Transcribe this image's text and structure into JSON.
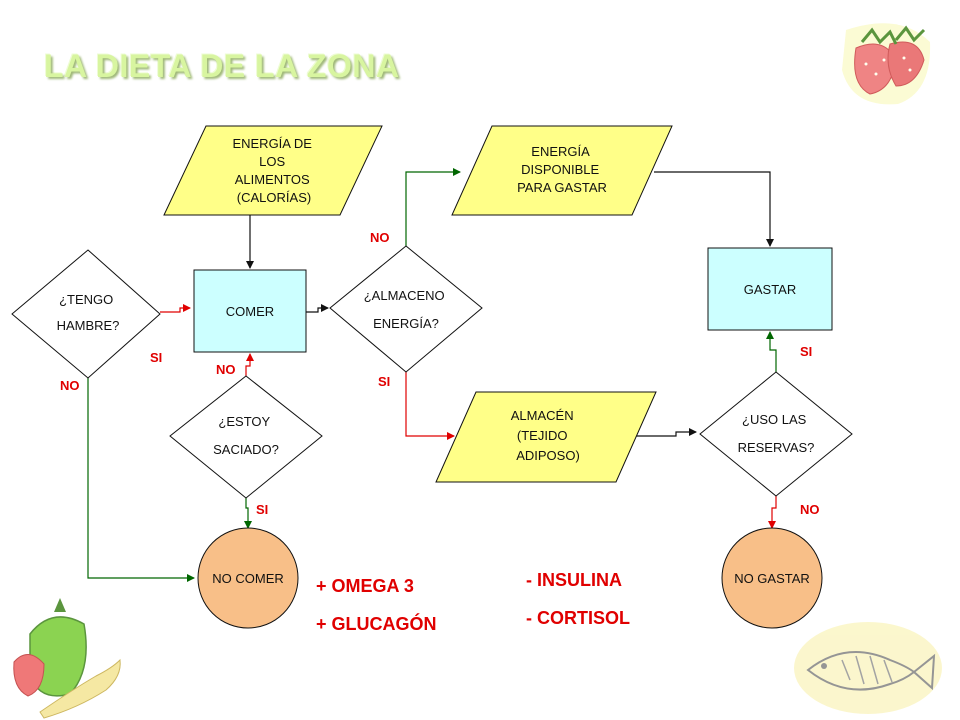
{
  "title": "LA DIETA DE LA ZONA",
  "colors": {
    "parallelogram_fill": "#ffff88",
    "process_fill": "#ccffff",
    "terminal_fill": "#f8bf88",
    "red_connector": "#e00000",
    "green_connector": "#006600",
    "tag_text": "#e00000"
  },
  "nodes": {
    "energia_alimentos": [
      "ENERGÍA DE",
      "LOS",
      "ALIMENTOS",
      "(CALORÍAS)"
    ],
    "energia_disponible": [
      "ENERGÍA",
      "DISPONIBLE",
      "PARA GASTAR"
    ],
    "tengo_hambre": [
      "¿TENGO",
      "HAMBRE?"
    ],
    "comer": "COMER",
    "almaceno_energia": [
      "¿ALMACENO",
      "ENERGÍA?"
    ],
    "gastar": "GASTAR",
    "estoy_saciado": [
      "¿ESTOY",
      "SACIADO?"
    ],
    "almacen": [
      "ALMACÉN",
      "(TEJIDO",
      "ADIPOSO)"
    ],
    "uso_reservas": [
      "¿USO LAS",
      "RESERVAS?"
    ],
    "no_comer": "NO COMER",
    "no_gastar": "NO GASTAR"
  },
  "edge_labels": {
    "hambre_si": "SI",
    "hambre_no": "NO",
    "saciado_no": "NO",
    "saciado_si": "SI",
    "almaceno_no": "NO",
    "almaceno_si": "SI",
    "reservas_si": "SI",
    "reservas_no": "NO"
  },
  "notes": {
    "plus_omega": "+ OMEGA 3",
    "plus_glucagon": "+ GLUCAGÓN",
    "minus_insulina": "- INSULINA",
    "minus_cortisol": "- CORTISOL"
  },
  "decorations": [
    "strawberry-icon",
    "vegetables-icon",
    "fish-icon"
  ]
}
